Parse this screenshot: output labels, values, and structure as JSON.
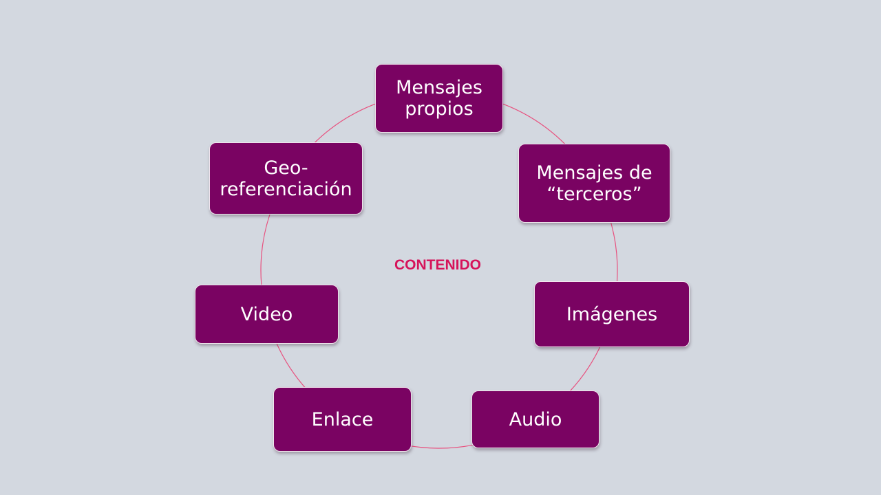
{
  "diagram": {
    "center_label": "CONTENIDO",
    "items": [
      {
        "label": "Mensajes\npropios"
      },
      {
        "label": "Mensajes de\n“terceros”"
      },
      {
        "label": "Imágenes"
      },
      {
        "label": "Audio"
      },
      {
        "label": "Enlace"
      },
      {
        "label": "Video"
      },
      {
        "label": "Geo-\nreferenciación"
      }
    ]
  },
  "colors": {
    "background": "#d3d8e0",
    "node_fill": "#7a0362",
    "node_text": "#ffffff",
    "ring_stroke": "#e8507e",
    "center_text": "#d6135a"
  }
}
